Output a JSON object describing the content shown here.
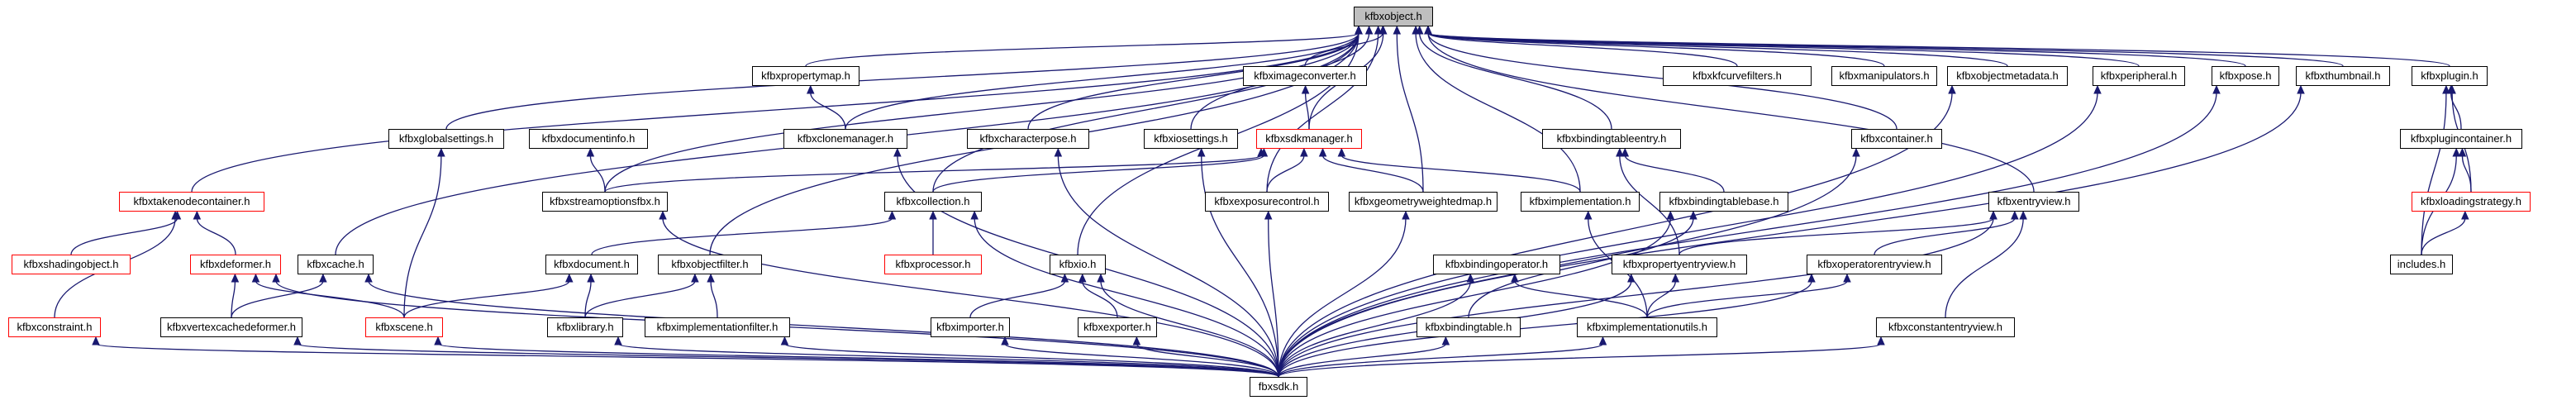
{
  "graph": {
    "edge_color": "#191970",
    "nodes": {
      "kfbxobject": {
        "label": "kfbxobject.h",
        "style": "root"
      },
      "kfbxpropertymap": {
        "label": "kfbxpropertymap.h",
        "style": "black"
      },
      "kfbximageconverter": {
        "label": "kfbximageconverter.h",
        "style": "black"
      },
      "kfbxfcurvefilters": {
        "label": "kfbxkfcurvefilters.h",
        "style": "black"
      },
      "kfbxmanipulators": {
        "label": "kfbxmanipulators.h",
        "style": "black"
      },
      "kfbxobjectmetadata": {
        "label": "kfbxobjectmetadata.h",
        "style": "black"
      },
      "kfbxperipheral": {
        "label": "kfbxperipheral.h",
        "style": "black"
      },
      "kfbxpose": {
        "label": "kfbxpose.h",
        "style": "black"
      },
      "kfbxthumbnail": {
        "label": "kfbxthumbnail.h",
        "style": "black"
      },
      "kfbxplugin": {
        "label": "kfbxplugin.h",
        "style": "black"
      },
      "kfbxglobalsettings": {
        "label": "kfbxglobalsettings.h",
        "style": "black"
      },
      "kfbxdocumentinfo": {
        "label": "kfbxdocumentinfo.h",
        "style": "black"
      },
      "kfbxclonemanager": {
        "label": "kfbxclonemanager.h",
        "style": "black"
      },
      "kfbxcharacterpose": {
        "label": "kfbxcharacterpose.h",
        "style": "black"
      },
      "kfbxiosettings": {
        "label": "kfbxiosettings.h",
        "style": "black"
      },
      "kfbxsdkmanager": {
        "label": "kfbxsdkmanager.h",
        "style": "red"
      },
      "kfbxbindingtableentry": {
        "label": "kfbxbindingtableentry.h",
        "style": "black"
      },
      "kfbxcontainer": {
        "label": "kfbxcontainer.h",
        "style": "black"
      },
      "kfbxplugincontainer": {
        "label": "kfbxplugincontainer.h",
        "style": "black"
      },
      "kfbxtakenodecontainer": {
        "label": "kfbxtakenodecontainer.h",
        "style": "red"
      },
      "kfbxstreamoptionsfbx": {
        "label": "kfbxstreamoptionsfbx.h",
        "style": "black"
      },
      "kfbxcollection": {
        "label": "kfbxcollection.h",
        "style": "black"
      },
      "kfbxexposurecontrol": {
        "label": "kfbxexposurecontrol.h",
        "style": "black"
      },
      "kfbxgeometryweightedmap": {
        "label": "kfbxgeometryweightedmap.h",
        "style": "black"
      },
      "kfbximplementation": {
        "label": "kfbximplementation.h",
        "style": "black"
      },
      "kfbxbindingtablebase": {
        "label": "kfbxbindingtablebase.h",
        "style": "black"
      },
      "kfbxentryview": {
        "label": "kfbxentryview.h",
        "style": "black"
      },
      "kfbxloadingstrategy": {
        "label": "kfbxloadingstrategy.h",
        "style": "red"
      },
      "kfbxshadingobject": {
        "label": "kfbxshadingobject.h",
        "style": "red"
      },
      "kfbxdeformer": {
        "label": "kfbxdeformer.h",
        "style": "red"
      },
      "kfbxcache": {
        "label": "kfbxcache.h",
        "style": "black"
      },
      "kfbxdocument": {
        "label": "kfbxdocument.h",
        "style": "black"
      },
      "kfbxobjectfilter": {
        "label": "kfbxobjectfilter.h",
        "style": "black"
      },
      "kfbxprocessor": {
        "label": "kfbxprocessor.h",
        "style": "red"
      },
      "kfbxio": {
        "label": "kfbxio.h",
        "style": "black"
      },
      "kfbxbindingoperator": {
        "label": "kfbxbindingoperator.h",
        "style": "black"
      },
      "kfbxpropertyentryview": {
        "label": "kfbxpropertyentryview.h",
        "style": "black"
      },
      "kfbxoperatorentryview": {
        "label": "kfbxoperatorentryview.h",
        "style": "black"
      },
      "includes": {
        "label": "includes.h",
        "style": "black"
      },
      "kfbxconstraint": {
        "label": "kfbxconstraint.h",
        "style": "red"
      },
      "kfbxvertexcachedeformer": {
        "label": "kfbxvertexcachedeformer.h",
        "style": "black"
      },
      "kfbxscene": {
        "label": "kfbxscene.h",
        "style": "red"
      },
      "kfbxlibrary": {
        "label": "kfbxlibrary.h",
        "style": "black"
      },
      "kfbximplementationfilter": {
        "label": "kfbximplementationfilter.h",
        "style": "black"
      },
      "kfbximporter": {
        "label": "kfbximporter.h",
        "style": "black"
      },
      "kfbxexporter": {
        "label": "kfbxexporter.h",
        "style": "black"
      },
      "kfbxbindingtable": {
        "label": "kfbxbindingtable.h",
        "style": "black"
      },
      "kfbximplementationutils": {
        "label": "kfbximplementationutils.h",
        "style": "black"
      },
      "kfbxconstantentryview": {
        "label": "kfbxconstantentryview.h",
        "style": "black"
      },
      "fbxsdk": {
        "label": "fbxsdk.h",
        "style": "black"
      }
    },
    "edges": [
      [
        "kfbxpropertymap",
        "kfbxobject"
      ],
      [
        "kfbximageconverter",
        "kfbxobject"
      ],
      [
        "kfbxfcurvefilters",
        "kfbxobject"
      ],
      [
        "kfbxmanipulators",
        "kfbxobject"
      ],
      [
        "kfbxobjectmetadata",
        "kfbxobject"
      ],
      [
        "kfbxperipheral",
        "kfbxobject"
      ],
      [
        "kfbxpose",
        "kfbxobject"
      ],
      [
        "kfbxthumbnail",
        "kfbxobject"
      ],
      [
        "kfbxplugin",
        "kfbxobject"
      ],
      [
        "kfbxglobalsettings",
        "kfbxobject"
      ],
      [
        "kfbxclonemanager",
        "kfbxobject"
      ],
      [
        "kfbxcharacterpose",
        "kfbxobject"
      ],
      [
        "kfbxiosettings",
        "kfbxobject"
      ],
      [
        "kfbxsdkmanager",
        "kfbxobject"
      ],
      [
        "kfbxbindingtableentry",
        "kfbxobject"
      ],
      [
        "kfbxcontainer",
        "kfbxobject"
      ],
      [
        "kfbxstreamoptionsfbx",
        "kfbxobject"
      ],
      [
        "kfbxcollection",
        "kfbxobject"
      ],
      [
        "kfbxexposurecontrol",
        "kfbxobject"
      ],
      [
        "kfbxgeometryweightedmap",
        "kfbxobject"
      ],
      [
        "kfbximplementation",
        "kfbxobject"
      ],
      [
        "kfbxentryview",
        "kfbxobject"
      ],
      [
        "kfbxcache",
        "kfbxobject"
      ],
      [
        "kfbxobjectfilter",
        "kfbxobject"
      ],
      [
        "kfbxtakenodecontainer",
        "kfbxobject"
      ],
      [
        "kfbxio",
        "kfbxobject"
      ],
      [
        "kfbxclonemanager",
        "kfbxpropertymap"
      ],
      [
        "kfbxsdkmanager",
        "kfbximageconverter"
      ],
      [
        "kfbxstreamoptionsfbx",
        "kfbxdocumentinfo"
      ],
      [
        "kfbxscene",
        "kfbxglobalsettings"
      ],
      [
        "kfbxstreamoptionsfbx",
        "kfbxsdkmanager"
      ],
      [
        "kfbxcollection",
        "kfbxsdkmanager"
      ],
      [
        "kfbxexposurecontrol",
        "kfbxsdkmanager"
      ],
      [
        "kfbxgeometryweightedmap",
        "kfbxsdkmanager"
      ],
      [
        "kfbximplementation",
        "kfbxsdkmanager"
      ],
      [
        "kfbxbindingtablebase",
        "kfbxbindingtableentry"
      ],
      [
        "kfbxpropertyentryview",
        "kfbxbindingtableentry"
      ],
      [
        "kfbxplugincontainer",
        "kfbxplugin"
      ],
      [
        "kfbxloadingstrategy",
        "kfbxplugin"
      ],
      [
        "includes",
        "kfbxplugin"
      ],
      [
        "includes",
        "kfbxplugincontainer"
      ],
      [
        "kfbxloadingstrategy",
        "kfbxplugincontainer"
      ],
      [
        "includes",
        "kfbxloadingstrategy"
      ],
      [
        "kfbxshadingobject",
        "kfbxtakenodecontainer"
      ],
      [
        "kfbxdeformer",
        "kfbxtakenodecontainer"
      ],
      [
        "kfbxconstraint",
        "kfbxtakenodecontainer"
      ],
      [
        "kfbxvertexcachedeformer",
        "kfbxdeformer"
      ],
      [
        "kfbxscene",
        "kfbxdeformer"
      ],
      [
        "kfbxvertexcachedeformer",
        "kfbxcache"
      ],
      [
        "kfbxdocument",
        "kfbxcollection"
      ],
      [
        "kfbxprocessor",
        "kfbxcollection"
      ],
      [
        "kfbxscene",
        "kfbxdocument"
      ],
      [
        "kfbxlibrary",
        "kfbxdocument"
      ],
      [
        "kfbxlibrary",
        "kfbxobjectfilter"
      ],
      [
        "kfbximplementationfilter",
        "kfbxobjectfilter"
      ],
      [
        "kfbximporter",
        "kfbxio"
      ],
      [
        "kfbxexporter",
        "kfbxio"
      ],
      [
        "kfbxbindingtable",
        "kfbxbindingtablebase"
      ],
      [
        "kfbximplementationutils",
        "kfbxbindingoperator"
      ],
      [
        "kfbximplementationutils",
        "kfbximplementation"
      ],
      [
        "kfbxpropertyentryview",
        "kfbxentryview"
      ],
      [
        "kfbxoperatorentryview",
        "kfbxentryview"
      ],
      [
        "kfbxconstantentryview",
        "kfbxentryview"
      ],
      [
        "kfbximplementationutils",
        "kfbxpropertyentryview"
      ],
      [
        "kfbximplementationutils",
        "kfbxoperatorentryview"
      ],
      [
        "fbxsdk",
        "kfbxobjectmetadata"
      ],
      [
        "fbxsdk",
        "kfbxperipheral"
      ],
      [
        "fbxsdk",
        "kfbxpose"
      ],
      [
        "fbxsdk",
        "kfbxthumbnail"
      ],
      [
        "fbxsdk",
        "kfbxclonemanager"
      ],
      [
        "fbxsdk",
        "kfbxcharacterpose"
      ],
      [
        "fbxsdk",
        "kfbxiosettings"
      ],
      [
        "fbxsdk",
        "kfbxcontainer"
      ],
      [
        "fbxsdk",
        "kfbxstreamoptionsfbx"
      ],
      [
        "fbxsdk",
        "kfbxcollection"
      ],
      [
        "fbxsdk",
        "kfbxexposurecontrol"
      ],
      [
        "fbxsdk",
        "kfbxgeometryweightedmap"
      ],
      [
        "fbxsdk",
        "kfbxbindingtablebase"
      ],
      [
        "fbxsdk",
        "kfbxentryview"
      ],
      [
        "fbxsdk",
        "kfbxcache"
      ],
      [
        "fbxsdk",
        "kfbxdeformer"
      ],
      [
        "fbxsdk",
        "kfbxscene"
      ],
      [
        "fbxsdk",
        "kfbxlibrary"
      ],
      [
        "fbxsdk",
        "kfbximplementationfilter"
      ],
      [
        "fbxsdk",
        "kfbxio"
      ],
      [
        "fbxsdk",
        "kfbximporter"
      ],
      [
        "fbxsdk",
        "kfbxexporter"
      ],
      [
        "fbxsdk",
        "kfbxbindingoperator"
      ],
      [
        "fbxsdk",
        "kfbxpropertyentryview"
      ],
      [
        "fbxsdk",
        "kfbxoperatorentryview"
      ],
      [
        "fbxsdk",
        "kfbxconstraint"
      ],
      [
        "fbxsdk",
        "kfbxvertexcachedeformer"
      ],
      [
        "fbxsdk",
        "kfbxbindingtable"
      ],
      [
        "fbxsdk",
        "kfbximplementationutils"
      ],
      [
        "fbxsdk",
        "kfbxconstantentryview"
      ]
    ]
  }
}
